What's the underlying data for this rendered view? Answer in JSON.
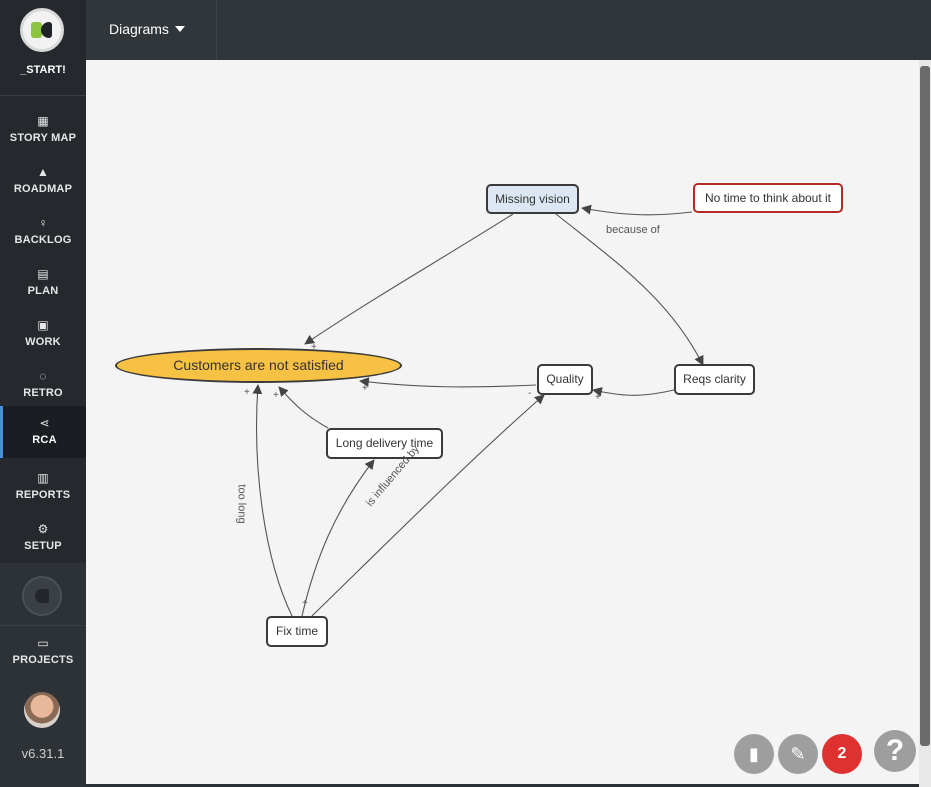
{
  "sidebar": {
    "brand": "_START!",
    "items": [
      {
        "label": "STORY MAP",
        "icon": "grid-icon",
        "glyph": "▦"
      },
      {
        "label": "ROADMAP",
        "icon": "road-icon",
        "glyph": "▲"
      },
      {
        "label": "BACKLOG",
        "icon": "lightbulb-icon",
        "glyph": "♀"
      },
      {
        "label": "PLAN",
        "icon": "list-icon",
        "glyph": "▤"
      },
      {
        "label": "WORK",
        "icon": "briefcase-icon",
        "glyph": "▣"
      },
      {
        "label": "RETRO",
        "icon": "chat-icon",
        "glyph": "◌"
      },
      {
        "label": "RCA",
        "icon": "share-icon",
        "glyph": "⋖"
      },
      {
        "label": "REPORTS",
        "icon": "bar-chart-icon",
        "glyph": "▥"
      },
      {
        "label": "SETUP",
        "icon": "gear-icon",
        "glyph": "⚙"
      }
    ],
    "active_item": "RCA",
    "projects_label": "PROJECTS",
    "projects_glyph": "▭",
    "version": "v6.31.1"
  },
  "topbar": {
    "dropdown_label": "Diagrams"
  },
  "diagram": {
    "root": "Customers are not satisfied",
    "nodes": {
      "missing_vision": "Missing vision",
      "no_time": "No time to think about it",
      "quality": "Quality",
      "reqs_clarity": "Reqs clarity",
      "long_delivery": "Long delivery time",
      "fix_time": "Fix time"
    },
    "edge_labels": {
      "because_of": "because of",
      "too_long": "too long",
      "is_influenced_by": "is influenced by"
    },
    "signs": {
      "plus": "+",
      "minus": "-"
    }
  },
  "fabs": {
    "book_glyph": "▮",
    "pen_glyph": "✎",
    "notification_count": "2",
    "help_glyph": "?"
  },
  "colors": {
    "root_fill": "#f7c244",
    "vision_fill": "#dce7f3",
    "alert_border": "#b52b27",
    "notification": "#e03131"
  }
}
